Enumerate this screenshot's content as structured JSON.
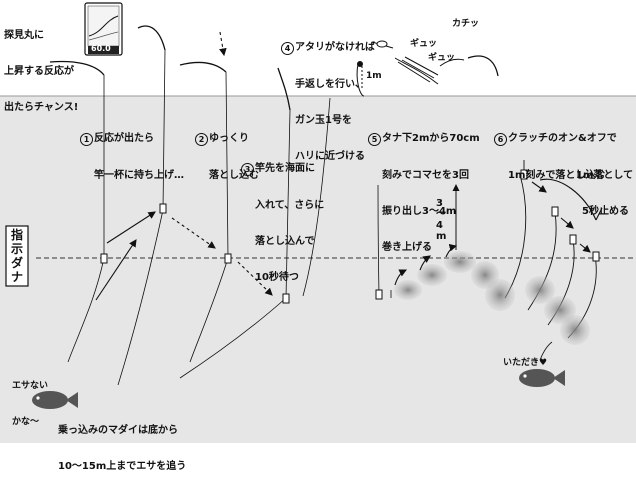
{
  "sonar": {
    "caption_lines": [
      "探見丸に",
      "上昇する反応が",
      "出たらチャンス!"
    ],
    "depth_readout": "60.0"
  },
  "steps": [
    {
      "num": "1",
      "lines": [
        "反応が出たら",
        "竿一杯に持ち上げ…"
      ]
    },
    {
      "num": "2",
      "lines": [
        "ゆっくり",
        "落とし込む"
      ]
    },
    {
      "num": "3",
      "lines": [
        "竿先を海面に",
        "入れて、さらに",
        "落とし込んで",
        "10秒待つ"
      ]
    },
    {
      "num": "4",
      "lines": [
        "アタリがなければ",
        "手返しを行い、",
        "ガン玉1号を",
        "ハリに近づける"
      ]
    },
    {
      "num": "5",
      "lines": [
        "タナ下2mから70cm",
        "刻みでコマセを3回",
        "振り出し3～4m",
        "巻き上げる"
      ]
    },
    {
      "num": "6",
      "lines": [
        "クラッチのオン&オフで",
        "1m刻みで落とし込む"
      ]
    }
  ],
  "annotations": {
    "sinker_gap": "1m",
    "reel_sound_1": "ギュッ",
    "reel_sound_2": "ギュッ",
    "reel_sound_3": "カチッ",
    "lift_height": "3～4m",
    "drop_pause_lines": [
      "1m落として",
      "5秒止める"
    ],
    "fish_bite": "いただき♥",
    "fish_search_lines": [
      "エサない",
      "かな～"
    ],
    "bottom_note_lines": [
      "乗っ込みのマダイは底から",
      "10～15m上までエサを追う"
    ]
  },
  "tana_label": "指示ダナ",
  "colors": {
    "sea": "#e6e6e6",
    "sky": "#ffffff",
    "line": "#111111",
    "chum": "#9a9a9a",
    "tana_line": "#333333"
  }
}
